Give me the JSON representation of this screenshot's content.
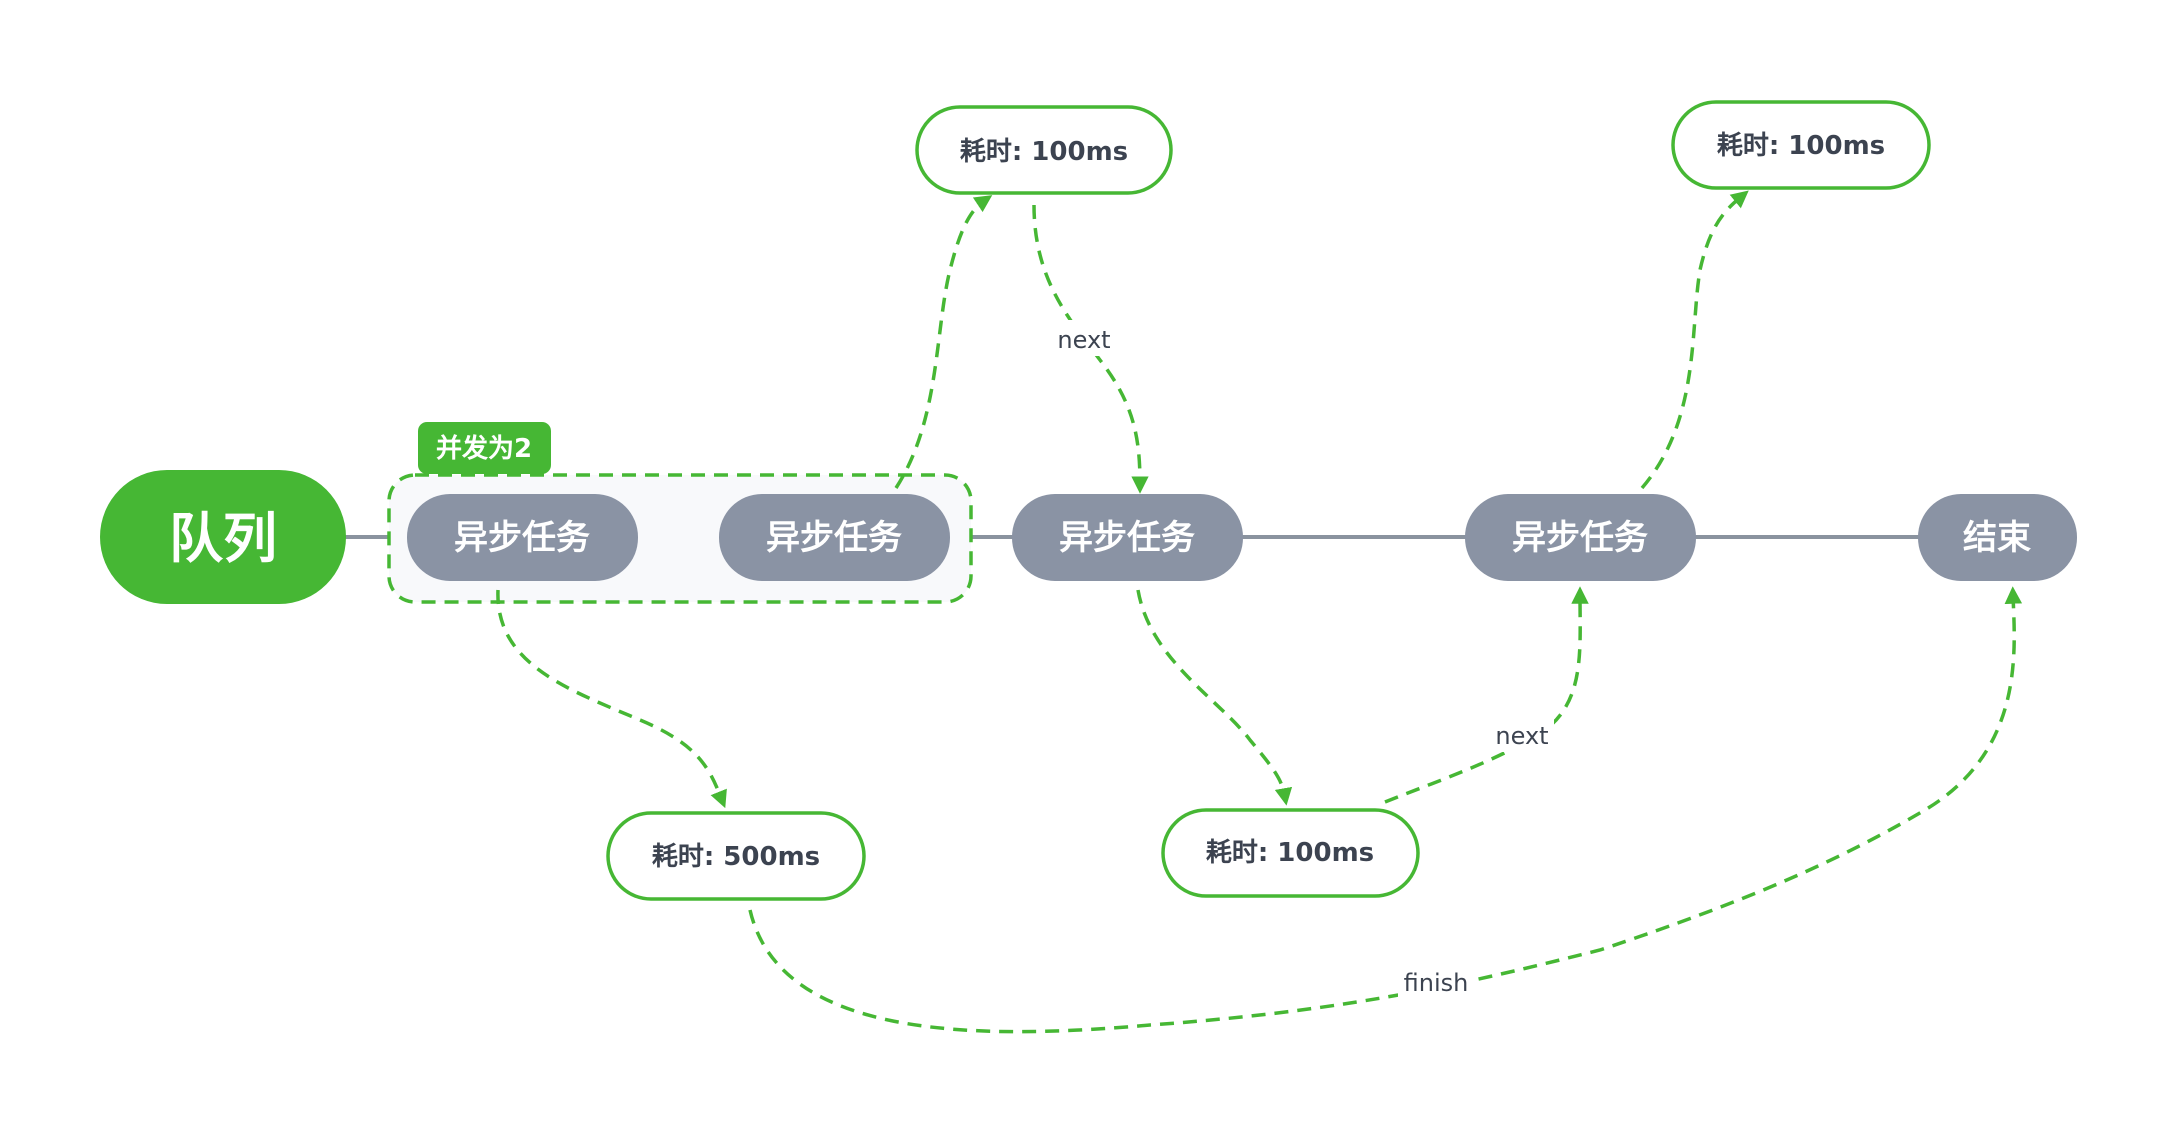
{
  "diagram": {
    "queue_label": "队列",
    "concurrency_label": "并发为2",
    "task_label": "异步任务",
    "end_label": "结束",
    "durations": {
      "top_left": "耗时: 100ms",
      "top_right": "耗时: 100ms",
      "bottom_left": "耗时: 500ms",
      "bottom_mid": "耗时: 100ms"
    },
    "edge_labels": {
      "next_top": "next",
      "next_bottom": "next",
      "finish": "finish"
    }
  },
  "colors": {
    "green": "#46b734",
    "gray_node": "#8a93a4",
    "line": "#8a939f",
    "text_dark": "#3c4350",
    "panel_bg": "#f8f9fb"
  }
}
